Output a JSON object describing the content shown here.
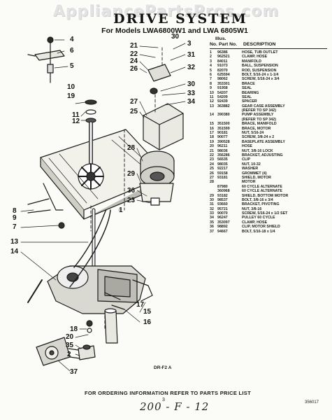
{
  "watermark": "AppliancePartsPros.com",
  "title": "DRIVE SYSTEM",
  "subtitle": "For Models LWA6800W1 and LWA 6805W1",
  "parts_header": {
    "illus": "Illus.",
    "no": "No.",
    "part_no": "Part No.",
    "description": "DESCRIPTION"
  },
  "parts": [
    {
      "illus": "1",
      "part": "96386",
      "desc": "HOSE, TUB OUTLET"
    },
    {
      "illus": "2",
      "part": "962521",
      "desc": "CLAMP, HOSE"
    },
    {
      "illus": "3",
      "part": "84011",
      "desc": "MANIFOLD"
    },
    {
      "illus": "4",
      "part": "91073",
      "desc": "BALL, SUSPENSION"
    },
    {
      "illus": "5",
      "part": "82070",
      "desc": "ROD, SUSPENSION"
    },
    {
      "illus": "6",
      "part": "625594",
      "desc": "BOLT, 5/16-24 x 1-1/4"
    },
    {
      "illus": "7",
      "part": "98062",
      "desc": "SCREW, 5/16-24 x 3/4"
    },
    {
      "illus": "8",
      "part": "353301",
      "desc": "BRACE"
    },
    {
      "illus": "9",
      "part": "91958",
      "desc": "SEAL"
    },
    {
      "illus": "10",
      "part": "54207",
      "desc": "BEARING"
    },
    {
      "illus": "11",
      "part": "54209",
      "desc": "SEAL"
    },
    {
      "illus": "12",
      "part": "92439",
      "desc": "SPACER"
    },
    {
      "illus": "13",
      "part": "363882",
      "desc": "GEAR CASE ASSEMBLY"
    },
    {
      "illus": "",
      "part": "",
      "desc": "(REFER TO SP 342)"
    },
    {
      "illus": "14",
      "part": "390380",
      "desc": "PUMP ASSEMBLY"
    },
    {
      "illus": "",
      "part": "",
      "desc": "(REFER TO SP 342)"
    },
    {
      "illus": "15",
      "part": "351500",
      "desc": "BRACE, MANIFOLD"
    },
    {
      "illus": "16",
      "part": "351599",
      "desc": "BRACE, MOTOR"
    },
    {
      "illus": "17",
      "part": "90181",
      "desc": "NUT, 5/16-24"
    },
    {
      "illus": "18",
      "part": "90077",
      "desc": "SCREW, 3/8-24 x 2"
    },
    {
      "illus": "19",
      "part": "390528",
      "desc": "BASEPLATE ASSEMBLY"
    },
    {
      "illus": "20",
      "part": "96211",
      "desc": "HOSE"
    },
    {
      "illus": "21",
      "part": "98036",
      "desc": "NUT, 3/8-16 LOCK"
    },
    {
      "illus": "22",
      "part": "356286",
      "desc": "BRACKET, ADJUSTING"
    },
    {
      "illus": "23",
      "part": "56535",
      "desc": "CLIP"
    },
    {
      "illus": "24",
      "part": "98035",
      "desc": "NUT, 10-32"
    },
    {
      "illus": "25",
      "part": "92217",
      "desc": "WASHER"
    },
    {
      "illus": "26",
      "part": "59158",
      "desc": "GROMMET (4)"
    },
    {
      "illus": "27",
      "part": "93181",
      "desc": "SHIELD, MOTOR"
    },
    {
      "illus": "28",
      "part": "",
      "desc": "MOTOR"
    },
    {
      "illus": "",
      "part": "87980",
      "desc": "60 CYCLE ALTERNATE"
    },
    {
      "illus": "",
      "part": "360968",
      "desc": "60 CYCLE ALTERNATE"
    },
    {
      "illus": "29",
      "part": "93182",
      "desc": "SHIELD, BOTTOM MOTOR"
    },
    {
      "illus": "30",
      "part": "98537",
      "desc": "BOLT, 3/8-16 x 3/4"
    },
    {
      "illus": "31",
      "part": "93660",
      "desc": "BRACKET, PIVOTING"
    },
    {
      "illus": "32",
      "part": "95721",
      "desc": "NUT, 3/8-16"
    },
    {
      "illus": "33",
      "part": "90070",
      "desc": "SCREW, 5/16-24 x 1/2 SET"
    },
    {
      "illus": "34",
      "part": "96247",
      "desc": "PULLEY 60 CYCLE"
    },
    {
      "illus": "35",
      "part": "353097",
      "desc": "CLAMP, HOSE"
    },
    {
      "illus": "36",
      "part": "98892",
      "desc": "CLIP, MOTOR SHIELD"
    },
    {
      "illus": "37",
      "part": "94667",
      "desc": "BOLT, 5/16-18 x 1/4"
    }
  ],
  "callouts": [
    "4",
    "6",
    "5",
    "10",
    "19",
    "11",
    "12",
    "8",
    "9",
    "7",
    "13",
    "14",
    "15",
    "16",
    "17",
    "18",
    "20",
    "35",
    "2",
    "37",
    "21",
    "22",
    "24",
    "26",
    "30",
    "3",
    "31",
    "32",
    "30",
    "33",
    "34",
    "27",
    "25",
    "28",
    "29",
    "36",
    "23",
    "1"
  ],
  "diagram_ref": "DR-F2 A",
  "footer": "FOR ORDERING INFORMATION REFER TO PARTS PRICE LIST",
  "page_number": "3",
  "handwritten_note": "200 - F - 12",
  "doc_number": "356017"
}
